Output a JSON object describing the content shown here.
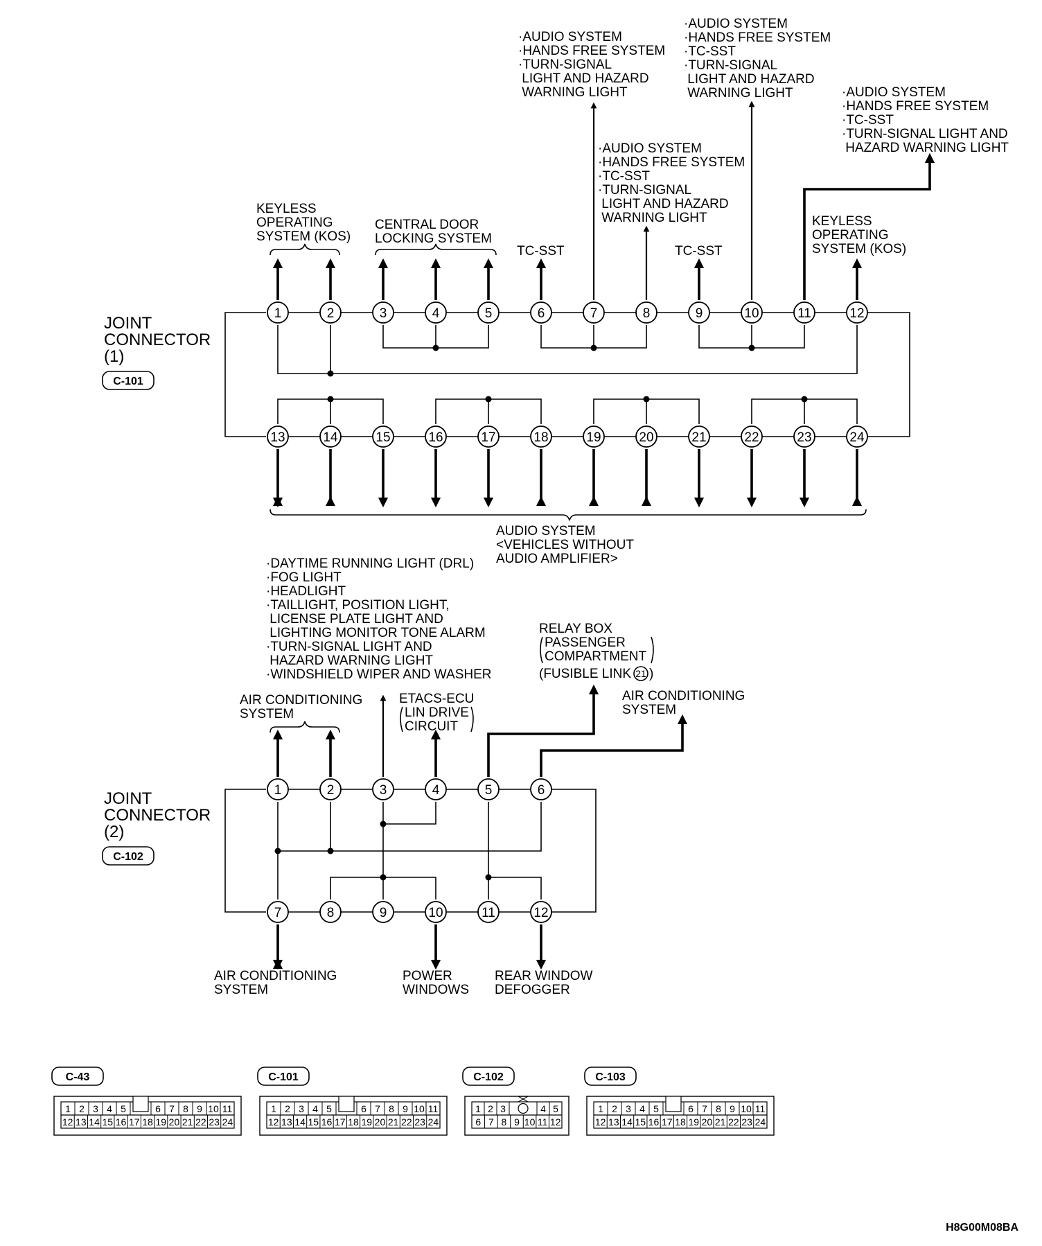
{
  "footer_code": "H8G00M08BA",
  "jc1": {
    "title": [
      "JOINT",
      "CONNECTOR",
      "(1)"
    ],
    "code": "C-101",
    "top_pins": [
      "1",
      "2",
      "3",
      "4",
      "5",
      "6",
      "7",
      "8",
      "9",
      "10",
      "11",
      "12"
    ],
    "bottom_pins": [
      "13",
      "14",
      "15",
      "16",
      "17",
      "18",
      "19",
      "20",
      "21",
      "22",
      "23",
      "24"
    ],
    "labels": {
      "kos_left": [
        "KEYLESS",
        "OPERATING",
        "SYSTEM (KOS)"
      ],
      "central_door": [
        "CENTRAL DOOR",
        "LOCKING SYSTEM"
      ],
      "tcsst_6": "TC-SST",
      "tcsst_9": "TC-SST",
      "kos_right": [
        "KEYLESS",
        "OPERATING",
        "SYSTEM (KOS)"
      ],
      "pin7": [
        "·AUDIO SYSTEM",
        "·HANDS FREE SYSTEM",
        "·TURN-SIGNAL",
        " LIGHT AND HAZARD",
        " WARNING LIGHT"
      ],
      "pin8": [
        "·AUDIO SYSTEM",
        "·HANDS FREE SYSTEM",
        "·TC-SST",
        "·TURN-SIGNAL",
        " LIGHT AND HAZARD",
        " WARNING LIGHT"
      ],
      "pin10": [
        "·AUDIO SYSTEM",
        "·HANDS FREE SYSTEM",
        "·TC-SST",
        "·TURN-SIGNAL",
        " LIGHT AND HAZARD",
        " WARNING LIGHT"
      ],
      "pin11": [
        "·AUDIO SYSTEM",
        "·HANDS FREE SYSTEM",
        "·TC-SST",
        "·TURN-SIGNAL LIGHT AND",
        " HAZARD WARNING LIGHT"
      ],
      "audio_bottom": [
        "AUDIO SYSTEM",
        "<VEHICLES WITHOUT",
        "AUDIO AMPLIFIER>"
      ]
    }
  },
  "jc2": {
    "title": [
      "JOINT",
      "CONNECTOR",
      "(2)"
    ],
    "code": "C-102",
    "top_pins": [
      "1",
      "2",
      "3",
      "4",
      "5",
      "6"
    ],
    "bottom_pins": [
      "7",
      "8",
      "9",
      "10",
      "11",
      "12"
    ],
    "labels": {
      "ac_top": [
        "AIR CONDITIONING",
        "SYSTEM"
      ],
      "pin3": [
        "·DAYTIME RUNNING LIGHT (DRL)",
        "·FOG LIGHT",
        "·HEADLIGHT",
        "·TAILLIGHT, POSITION LIGHT,",
        " LICENSE PLATE LIGHT AND",
        " LIGHTING MONITOR TONE ALARM",
        "·TURN-SIGNAL LIGHT AND",
        " HAZARD WARNING LIGHT",
        "·WINDSHIELD WIPER AND WASHER"
      ],
      "etacs": [
        "ETACS-ECU",
        "LIN DRIVE",
        "CIRCUIT"
      ],
      "relay": [
        "RELAY BOX",
        "PASSENGER",
        "COMPARTMENT",
        "(FUSIBLE LINK",
        ")"
      ],
      "fusible_no": "21",
      "ac_right": [
        "AIR CONDITIONING",
        "SYSTEM"
      ],
      "ac_bottom": [
        "AIR CONDITIONING",
        "SYSTEM"
      ],
      "power_windows": [
        "POWER",
        "WINDOWS"
      ],
      "rear_defogger": [
        "REAR WINDOW",
        "DEFOGGER"
      ]
    }
  },
  "connector_faces": [
    {
      "code": "C-43",
      "top": [
        "1",
        "2",
        "3",
        "4",
        "5",
        "6",
        "7",
        "8",
        "9",
        "10",
        "11"
      ],
      "bottom": [
        "12",
        "13",
        "14",
        "15",
        "16",
        "17",
        "18",
        "19",
        "20",
        "21",
        "22",
        "23",
        "24"
      ]
    },
    {
      "code": "C-101",
      "top": [
        "1",
        "2",
        "3",
        "4",
        "5",
        "6",
        "7",
        "8",
        "9",
        "10",
        "11"
      ],
      "bottom": [
        "12",
        "13",
        "14",
        "15",
        "16",
        "17",
        "18",
        "19",
        "20",
        "21",
        "22",
        "23",
        "24"
      ]
    },
    {
      "code": "C-102",
      "top": [
        "1",
        "2",
        "3",
        "4",
        "5"
      ],
      "bottom": [
        "6",
        "7",
        "8",
        "9",
        "10",
        "11",
        "12"
      ]
    },
    {
      "code": "C-103",
      "top": [
        "1",
        "2",
        "3",
        "4",
        "5",
        "6",
        "7",
        "8",
        "9",
        "10",
        "11"
      ],
      "bottom": [
        "12",
        "13",
        "14",
        "15",
        "16",
        "17",
        "18",
        "19",
        "20",
        "21",
        "22",
        "23",
        "24"
      ]
    }
  ]
}
